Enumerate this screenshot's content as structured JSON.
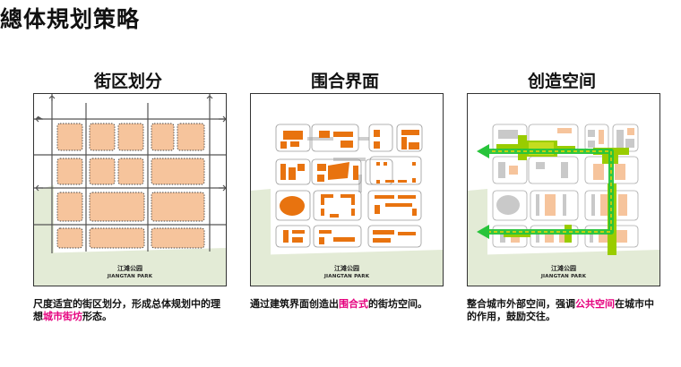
{
  "page": {
    "title": "總体規划策略"
  },
  "panels": [
    {
      "title": "街区划分",
      "park_cn": "江滩公园",
      "park_en": "JIANGTAN PARK",
      "caption_pre": "尺度适宜的街区划分，形成总体规划中的理想",
      "caption_hl": "城市街坊",
      "caption_post": "形态。"
    },
    {
      "title": "围合界面",
      "park_cn": "江滩公园",
      "park_en": "JIANGTAN PARK",
      "caption_pre": "通过建筑界面创造出",
      "caption_hl": "围合式",
      "caption_post": "的街坊空间。"
    },
    {
      "title": "创造空间",
      "park_cn": "江滩公园",
      "park_en": "JIANGTAN PARK",
      "caption_pre": "整合城市外部空间，强调",
      "caption_hl": "公共空间",
      "caption_post": "在城市中的作用，鼓励交往。"
    }
  ],
  "colors": {
    "block_fill": "#f6c49c",
    "building": "#e8730f",
    "park": "#e3ebd6",
    "road": "#c9c9c9",
    "public_space": "#99cc00",
    "arrow": "#27c43a",
    "highlight": "#e5007e"
  }
}
